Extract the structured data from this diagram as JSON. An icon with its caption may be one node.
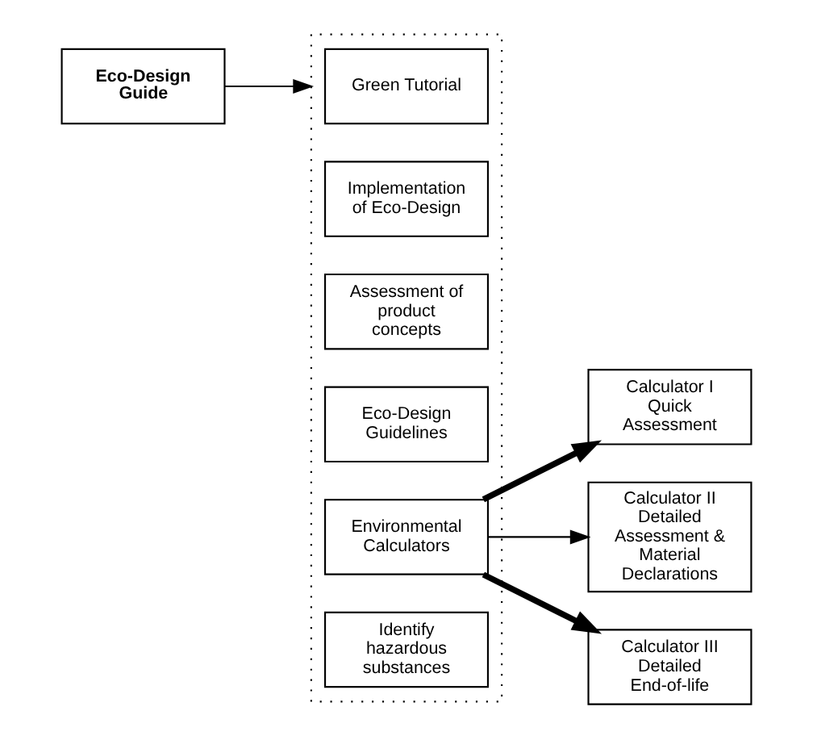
{
  "diagram": {
    "nodes": [
      {
        "text": [
          "Eco-Design Guide"
        ]
      },
      {
        "text": [],
        "shape": "box"
      },
      {
        "text": [
          "Green Tutorial"
        ],
        "in": 1
      },
      {
        "text": [
          "Implementation of Eco-Design"
        ],
        "in": 1
      },
      {
        "text": [
          "Assessment of product concepts"
        ],
        "in": 1
      },
      {
        "text": [
          "Eco-Design Guidelines"
        ],
        "in": 1
      },
      {
        "text": [
          "Environmental Calculators"
        ],
        "in": 1
      },
      {
        "text": [
          "Identify hazardous substances"
        ],
        "in": 1
      },
      {
        "text": [
          "Calculator I Quick Assessment"
        ]
      },
      {
        "text": [
          "Calculator II Detailed Assessment & Material Declarations"
        ]
      },
      {
        "text": [
          "Calculator III Detailed End-of-life"
        ]
      }
    ],
    "edges": [
      {
        "from": 0,
        "to": 1,
        "arrow": "to"
      },
      {
        "from": 6,
        "to": 8,
        "arrow": "to",
        "style": "thick"
      },
      {
        "from": 6,
        "to": 9,
        "arrow": "to"
      },
      {
        "from": 6,
        "to": 10,
        "arrow": "to",
        "style": "thick"
      }
    ]
  }
}
